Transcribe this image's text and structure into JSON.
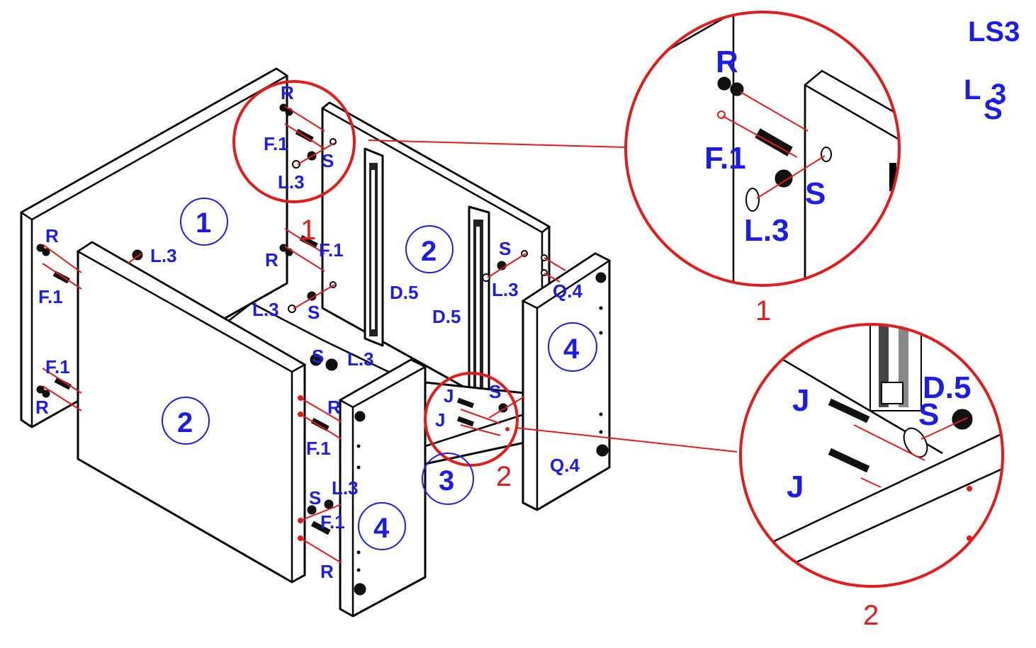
{
  "corner_labels": {
    "top": "LS3",
    "bottom_main": "L",
    "bottom_sub": "3",
    "bottom_overlay": "S"
  },
  "panel_numbers": {
    "back_panel": "1",
    "side_panel_left": "2",
    "side_panel_right": "2",
    "bottom_rail": "3",
    "front_post_left": "4",
    "front_post_right": "4"
  },
  "hardware_labels": {
    "left_r_top": "R",
    "left_f1_top": "F.1",
    "left_l3": "L.3",
    "left_f1_bottom": "F.1",
    "left_r_bottom": "R",
    "mid_r_top": "R",
    "mid_f1_top": "F.1",
    "mid_s_top": "S",
    "mid_l3_top": "L.3",
    "mid_f1": "F.1",
    "mid_r": "R",
    "mid_l3_lower": "L.3",
    "mid_s_lower": "S",
    "d5_left": "D.5",
    "d5_right": "D.5",
    "right_s": "S",
    "right_l3": "L.3",
    "right_q4_top": "Q.4",
    "right_q4_bottom": "Q.4",
    "center_s": "S",
    "center_l3": "L.3",
    "front_r": "R",
    "front_f1": "F.1",
    "front_s": "S",
    "front_l3": "L.3",
    "front_f1_lower": "F.1",
    "front_r_lower": "R",
    "rail_j_top": "J",
    "rail_s": "S",
    "rail_j_bottom": "J"
  },
  "callouts": {
    "detail1": {
      "number": "1",
      "r": "R",
      "f1": "F.1",
      "s": "S",
      "l3": "L.3"
    },
    "detail2": {
      "number": "2",
      "j_top": "J",
      "j_bottom": "J",
      "d5": "D.5",
      "s": "S"
    },
    "marker1_number": "1",
    "marker2_number": "2"
  },
  "colors": {
    "label_blue": "#1c1ce6",
    "callout_red": "#e31b1b",
    "line_black": "#000000"
  }
}
